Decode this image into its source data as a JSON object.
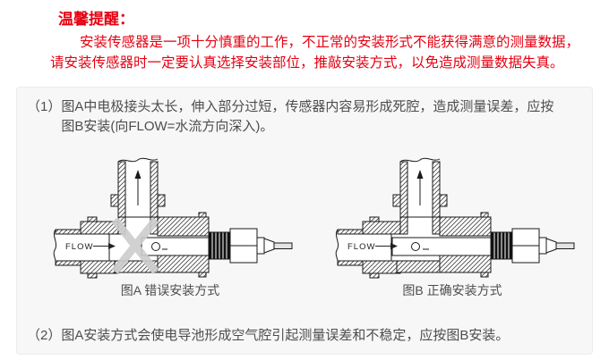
{
  "notice": {
    "title": "温馨提醒：",
    "line1": "安装传感器是一项十分慎重的工作，不正常的安装形式不能获得满意的测量数据，",
    "line2": "请安装传感器时一定要认真选择安装部位，推敲安装方式，以免造成测量数据失真。"
  },
  "panel": {
    "item1_prefix": "（1）",
    "item1_line1": "图A中电极接头太长，伸入部分过短，传感器内容易形成死腔，造成测量误差，应按",
    "item1_line2": "图B安装(向FLOW=水流方向深入)。",
    "item2_prefix": "（2）",
    "item2_text": "图A安装方式会使电导池形成空气腔引起测量误差和不稳定，应按图B安装。",
    "diagrams": [
      {
        "flow_label": "FLOW",
        "caption": "图A 错误安装方式",
        "type": "wrong"
      },
      {
        "flow_label": "FLOW",
        "caption": "图B 正确安装方式",
        "type": "correct"
      }
    ]
  },
  "colors": {
    "warning_red": "#e60012",
    "panel_bg": "#f7f7f7",
    "line_dark": "#1a1a1a",
    "x_mark_gray": "#cdcdcd"
  }
}
